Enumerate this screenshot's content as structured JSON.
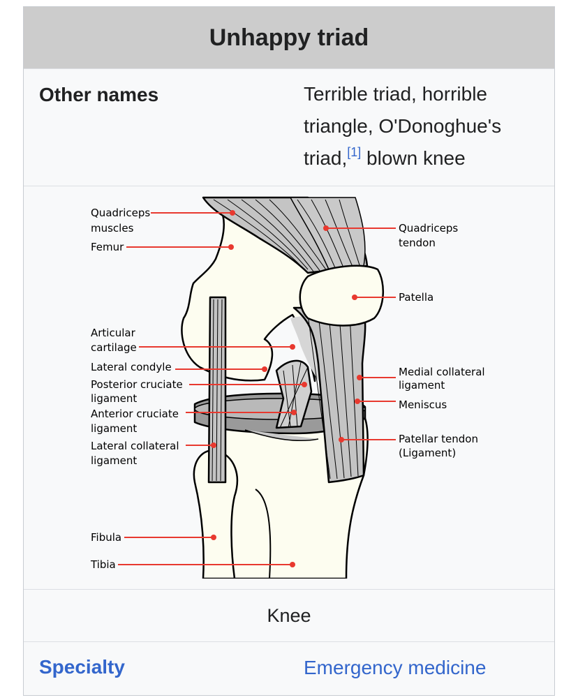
{
  "infobox": {
    "title": "Unhappy triad",
    "other_names_label": "Other names",
    "other_names_line1": "Terrible triad, horrible",
    "other_names_line2": "triangle, O'Donoghue's",
    "other_names_line3_a": "triad,",
    "other_names_ref": "[1]",
    "other_names_line3_b": " blown knee",
    "image_caption": "Knee",
    "specialty_label": "Specialty",
    "specialty_value": "Emergency medicine"
  },
  "diagram": {
    "labels": {
      "quadriceps_muscles_1": "Quadriceps",
      "quadriceps_muscles_2": "muscles",
      "femur": "Femur",
      "articular_cartilage_1": "Articular",
      "articular_cartilage_2": "cartilage",
      "lateral_condyle": "Lateral condyle",
      "posterior_cruciate_1": "Posterior cruciate",
      "posterior_cruciate_2": "ligament",
      "anterior_cruciate_1": "Anterior cruciate",
      "anterior_cruciate_2": "ligament",
      "lateral_collateral_1": "Lateral collateral",
      "lateral_collateral_2": "ligament",
      "fibula": "Fibula",
      "tibia": "Tibia",
      "quadriceps_tendon_1": "Quadriceps",
      "quadriceps_tendon_2": "tendon",
      "patella": "Patella",
      "medial_collateral_1": "Medial collateral",
      "medial_collateral_2": "ligament",
      "meniscus": "Meniscus",
      "patellar_tendon_1": "Patellar tendon",
      "patellar_tendon_2": "(Ligament)"
    },
    "colors": {
      "bone": "#fdfdf0",
      "muscle": "#c4c4c4",
      "cartilage": "#d6d6d6",
      "meniscus": "#9a9a9a",
      "pointer": "#e8392f"
    }
  }
}
